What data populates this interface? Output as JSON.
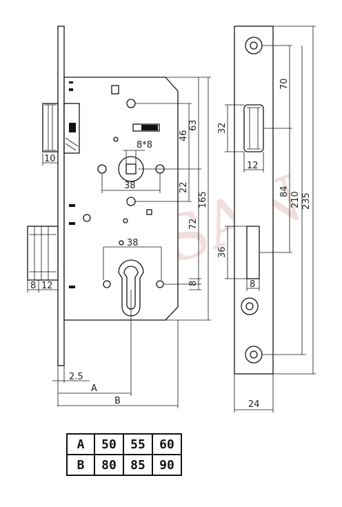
{
  "dimensions": {
    "side_width": "10",
    "latch_w1": "8",
    "latch_w2": "12",
    "bolt_offset": "2.5",
    "backset_a": "A",
    "backset_b": "B",
    "square_size": "8*8",
    "spindle_hole": "38",
    "cylinder_hole": "38",
    "d46": "46",
    "d63": "63",
    "d22": "22",
    "d72": "72",
    "d165": "165",
    "d8_cyl": "8",
    "fp_70": "70",
    "fp_32": "32",
    "fp_12": "12",
    "fp_84": "84",
    "fp_210": "210",
    "fp_235": "235",
    "fp_36": "36",
    "fp_8": "8",
    "fp_width": "24"
  },
  "watermark": "BUSAN",
  "size_table": {
    "rows": [
      {
        "label": "A",
        "values": [
          "50",
          "55",
          "60"
        ]
      },
      {
        "label": "B",
        "values": [
          "80",
          "85",
          "90"
        ]
      }
    ]
  }
}
